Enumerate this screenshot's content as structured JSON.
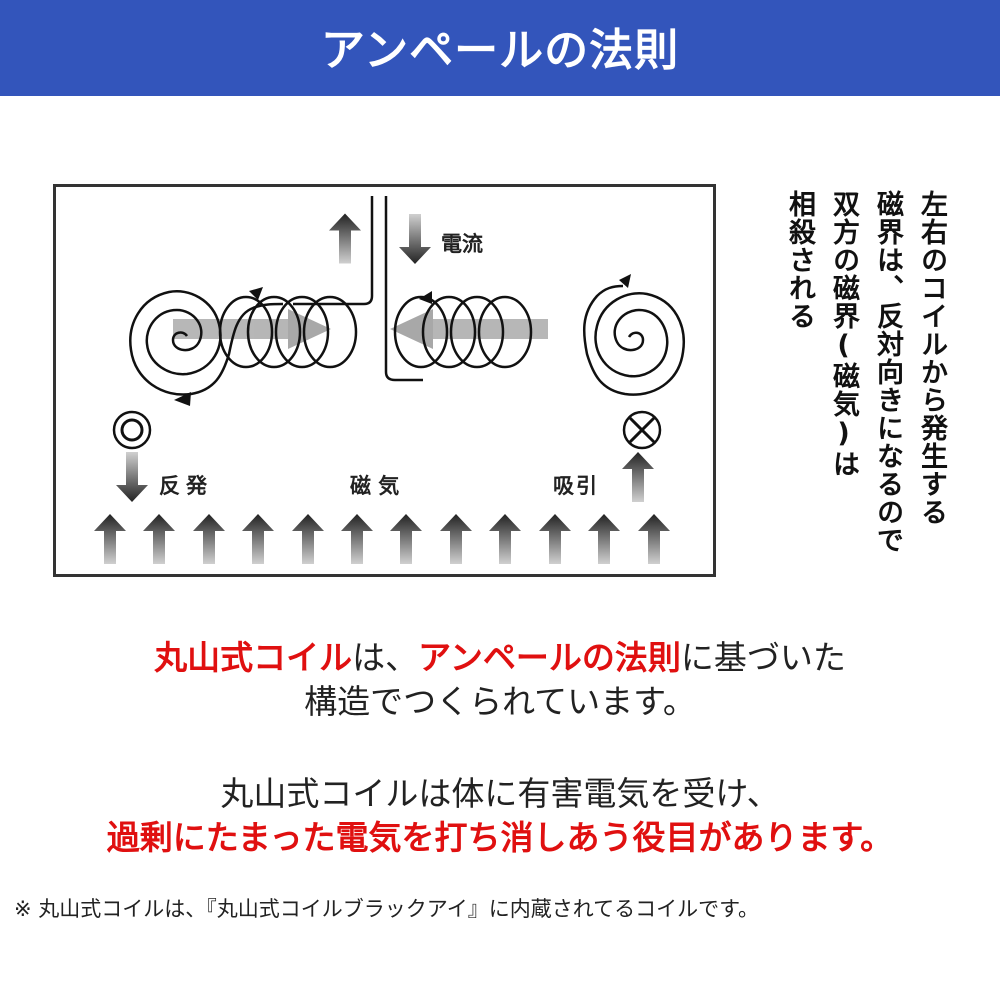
{
  "header": {
    "title": "アンペールの法則",
    "background_color": "#3355bb"
  },
  "diagram": {
    "labels": {
      "current": "電流",
      "repulsion": "反発",
      "magnetism": "磁 気",
      "attraction": "吸引"
    },
    "symbols": {
      "left": "dot-in-circle (current out of page)",
      "right": "cross-in-circle (current into page)"
    },
    "bottom_arrow_count": 12
  },
  "side_note": {
    "lines": [
      "左右のコイルから発生する",
      "磁界は、反対向きになるので",
      "双方の磁界(磁気)は",
      "相殺される"
    ]
  },
  "paragraph1": {
    "red1": "丸山式コイル",
    "text1": "は、",
    "red2": "アンペールの法則",
    "text2": "に基づいた",
    "line2": "構造でつくられています。"
  },
  "paragraph2": {
    "line1": "丸山式コイルは体に有害電気を受け、",
    "line2_red": "過剰にたまった電気を打ち消しあう役目があります。"
  },
  "footnote": "※ 丸山式コイルは、『丸山式コイルブラックアイ』に内蔵されてるコイルです。",
  "colors": {
    "accent_red": "#e01010",
    "text": "#222222"
  }
}
